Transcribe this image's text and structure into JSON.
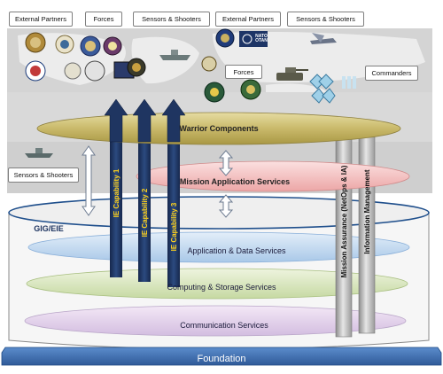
{
  "labels": {
    "top_left_partners": "External Partners",
    "top_left_forces": "Forces",
    "top_left_sensors": "Sensors & Shooters",
    "top_right_partners": "External Partners",
    "top_right_sensors": "Sensors & Shooters",
    "mid_forces": "Forces",
    "commanders": "Commanders",
    "left_sensors": "Sensors & Shooters",
    "gig": "GIG/EIE"
  },
  "layers": {
    "warrior": "Warrior Components",
    "mission_app": "Mission Application Services",
    "app_data": "Application & Data Services",
    "computing": "Computing & Storage Services",
    "communication": "Communication Services",
    "foundation": "Foundation"
  },
  "capabilities": [
    "IE Capability 1",
    "IE Capability 2",
    "IE Capability 3"
  ],
  "cross_cutting": {
    "mission_assurance": "Mission Assurance (NetOps & IA)",
    "info_mgmt": "Information Management"
  },
  "logo_text": {
    "nato": "NATO OTAN"
  },
  "colors": {
    "warrior_band": "#c9b96a",
    "mission_band": "#f2b8b8",
    "app_band": "#bcd6ee",
    "computing_band": "#d6e4b8",
    "communication_band": "#e2cfe8",
    "foundation": "#3f6fb3",
    "arrow_dark": "#1f3561",
    "capability_text": "#ffd21a"
  }
}
